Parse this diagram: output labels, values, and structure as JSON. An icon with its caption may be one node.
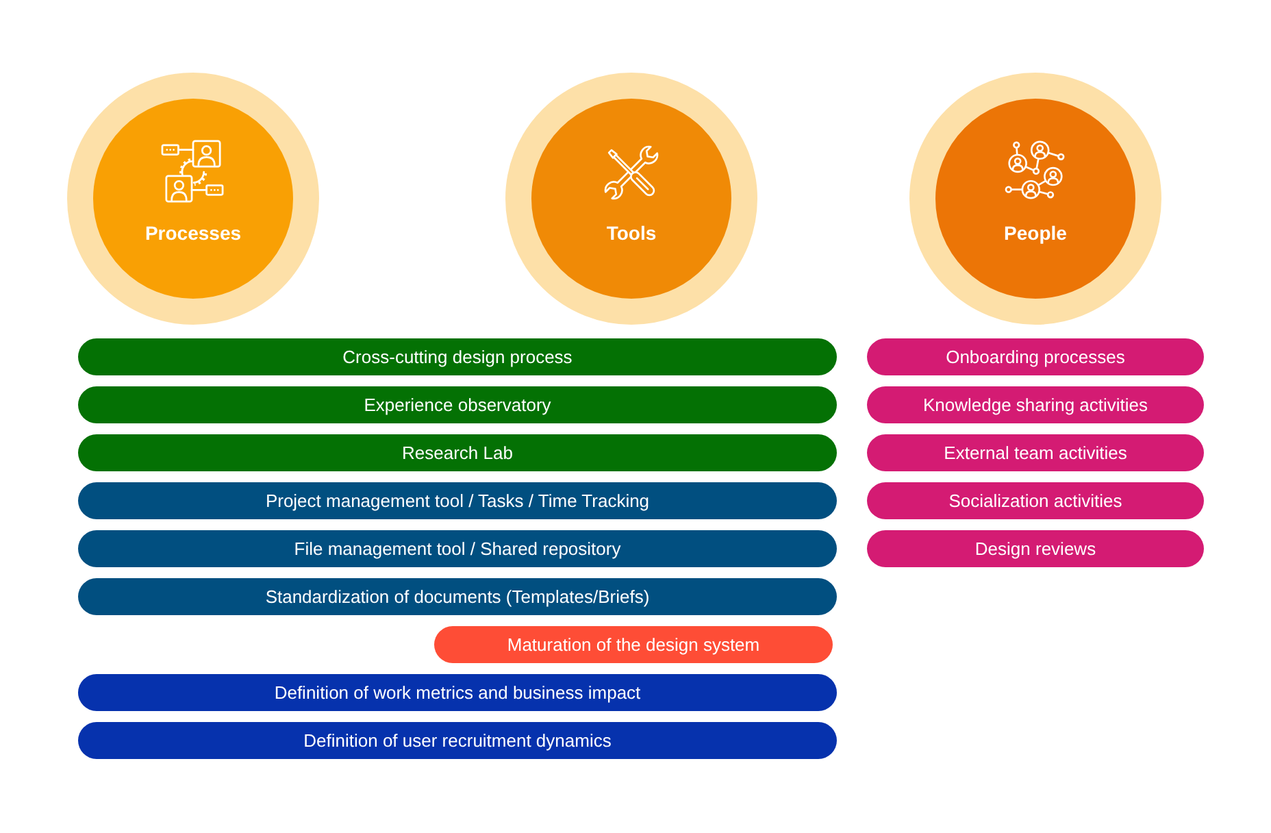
{
  "diagram": {
    "nodes": [
      {
        "text": [
          "Processes"
        ]
      },
      {
        "text": [
          "Tools"
        ]
      },
      {
        "text": [
          "People"
        ]
      },
      {
        "text": [
          "Cross-cutting design process"
        ]
      },
      {
        "text": [
          "Onboarding processes"
        ]
      },
      {
        "text": [
          "Experience observatory"
        ]
      },
      {
        "text": [
          "Knowledge sharing activities"
        ]
      },
      {
        "text": [
          "Research Lab"
        ]
      },
      {
        "text": [
          "External team activities"
        ]
      },
      {
        "text": [
          "Project management tool / Tasks / Time Tracking"
        ]
      },
      {
        "text": [
          "Socialization activities"
        ]
      },
      {
        "text": [
          "File management tool / Shared repository"
        ]
      },
      {
        "text": [
          "Design reviews"
        ]
      },
      {
        "text": [
          "Standardization of documents (Templates/Briefs)"
        ]
      },
      {
        "text": [
          "Maturation of the design system"
        ]
      },
      {
        "text": [
          "Definition of work metrics and business impact"
        ]
      },
      {
        "text": [
          "Definition of user recruitment dynamics"
        ]
      }
    ]
  }
}
